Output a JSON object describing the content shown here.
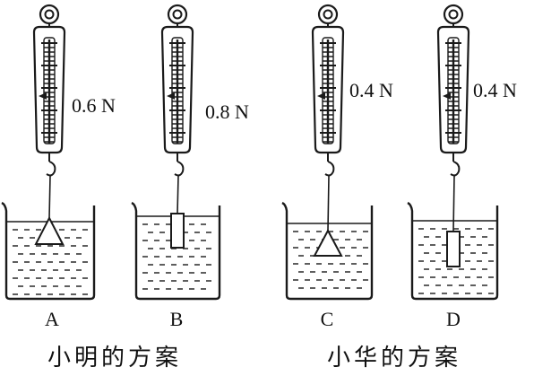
{
  "setups": [
    {
      "letter": "A",
      "reading": "0.6 N",
      "object_shape": "triangle"
    },
    {
      "letter": "B",
      "reading": "0.8 N",
      "object_shape": "rectangle"
    },
    {
      "letter": "C",
      "reading": "0.4 N",
      "object_shape": "triangle"
    },
    {
      "letter": "D",
      "reading": "0.4 N",
      "object_shape": "rectangle"
    }
  ],
  "captions": {
    "xiaoming": "小明的方案",
    "xiaohua": "小华的方案"
  },
  "colors": {
    "ink": "#1a1a1a",
    "background": "#ffffff"
  }
}
